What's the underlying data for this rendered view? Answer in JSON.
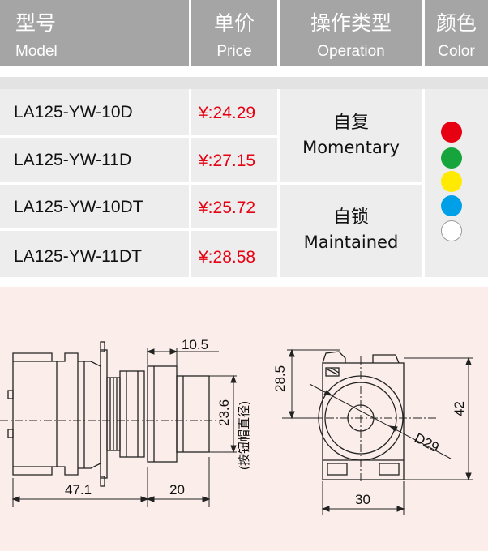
{
  "header": {
    "model": {
      "zh": "型号",
      "en": "Model"
    },
    "price": {
      "zh": "单价",
      "en": "Price"
    },
    "operation": {
      "zh": "操作类型",
      "en": "Operation"
    },
    "color": {
      "zh": "颜色",
      "en": "Color"
    }
  },
  "rows": [
    {
      "model": "LA125-YW-10D",
      "price": "¥:24.29"
    },
    {
      "model": "LA125-YW-11D",
      "price": "¥:27.15"
    },
    {
      "model": "LA125-YW-10DT",
      "price": "¥:25.72"
    },
    {
      "model": "LA125-YW-11DT",
      "price": "¥:28.58"
    }
  ],
  "operations": [
    {
      "zh": "自复",
      "en": "Momentary"
    },
    {
      "zh": "自锁",
      "en": "Maintained"
    }
  ],
  "colors": {
    "red": "#e60012",
    "green": "#16a53c",
    "yellow": "#ffea00",
    "blue": "#00a0e9",
    "white": "#ffffff",
    "price_text": "#e60012",
    "header_bg": "#a5a5a5"
  },
  "drawing": {
    "dims": {
      "d10_5": "10.5",
      "d23_6": "23.6",
      "d47_1": "47.1",
      "d20": "20",
      "d28_5": "28.5",
      "d42": "42",
      "d30": "30",
      "dD29": "D29",
      "note": "(按钮帽直径)"
    }
  }
}
